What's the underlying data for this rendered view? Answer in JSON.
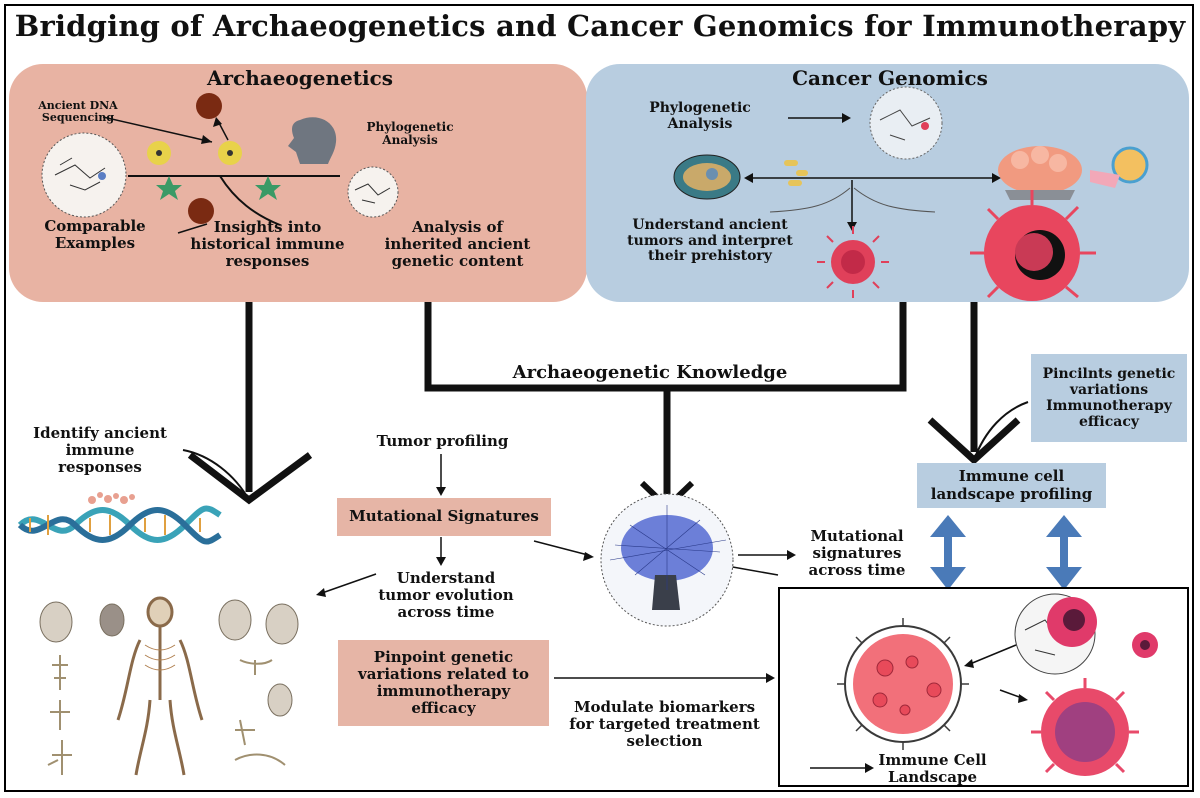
{
  "title": "Bridging of Archaeogenetics and Cancer Genomics for Immunotherapy",
  "archaeogenetics": {
    "heading": "Archaeogenetics",
    "ancient_dna": "Ancient DNA\nSequencing",
    "phylogenetic": "Phylogenetic\nAnalysis",
    "comparable": "Comparable\nExamples",
    "insights": "Insights into\nhistorical immune\nresponses",
    "inherited": "Analysis of\ninherited ancient\ngenetic content"
  },
  "cancer_genomics": {
    "heading": "Cancer Genomics",
    "phylogenetic": "Phylogenetic\nAnalysis",
    "understand": "Understand ancient\ntumors and interpret\ntheir prehistory"
  },
  "middle": {
    "knowledge": "Archaeogenetic Knowledge",
    "identify": "Identify ancient\nimmune\nresponses",
    "tumor_profiling": "Tumor profiling",
    "mutational_signatures": "Mutational Signatures",
    "understand_evolution": "Understand\ntumor evolution\nacross time",
    "pinpoint": "Pinpoint genetic\nvariations related to\nimmunotherapy\nefficacy",
    "modulate": "Modulate biomarkers\nfor targeted treatment\nselection",
    "mutational_across": "Mutational\nsignatures\nacross time",
    "pincilnts": "Pincilnts genetic\nvariations\nImmunotherapy\nefficacy",
    "immune_profiling": "Immune cell\nlandscape profiling",
    "immune_landscape": "Immune Cell\nLandscape"
  },
  "colors": {
    "arch_panel": "#e8b3a3",
    "cancer_panel": "#b8cde0",
    "pink_box": "#e6b5a6",
    "blue_box": "#b8cde0",
    "double_arrow": "#4a7ab8",
    "cell_red": "#e0405a"
  },
  "icons": [
    "phylogenetic-tree-icon",
    "yellow-cell-icon",
    "brown-ball-icon",
    "star-icon",
    "human-head-icon",
    "cell-cross-section-icon",
    "tumor-cell-icon",
    "dna-helix-icon",
    "skeleton-figure-icon",
    "mesh-brain-icon",
    "double-arrow-icon"
  ]
}
